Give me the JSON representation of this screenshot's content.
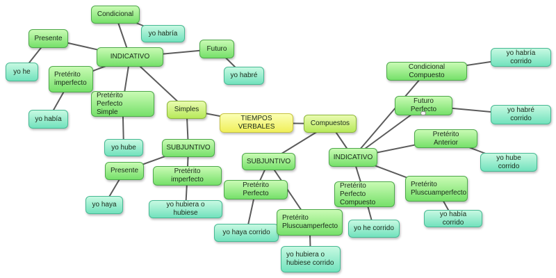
{
  "diagram": {
    "root": "TIEMPOS VERBALES",
    "simples": {
      "label": "Simples",
      "indicativo": {
        "label": "INDICATIVO",
        "condicional": "Condicional",
        "condicional_ej": "yo habría",
        "futuro": "Futuro",
        "futuro_ej": "yo habré",
        "presente": "Presente",
        "presente_ej": "yo he",
        "preterito_imperfecto": "Pretérito\nimperfecto",
        "preterito_imperfecto_ej": "yo había",
        "preterito_perfecto_simple": "Pretérito Perfecto\nSimple",
        "preterito_perfecto_simple_ej": "yo hube"
      },
      "subjuntivo": {
        "label": "SUBJUNTIVO",
        "presente": "Presente",
        "presente_ej": "yo haya",
        "preterito_imperfecto": "Pretérito imperfecto",
        "preterito_imperfecto_ej": "yo hubiera o hubiese"
      }
    },
    "compuestos": {
      "label": "Compuestos",
      "subjuntivo": {
        "label": "SUBJUNTIVO",
        "preterito_perfecto": "Pretérito Perfecto",
        "preterito_perfecto_ej": "yo haya corrido",
        "pluscuamperfecto": "Pretérito\nPluscuamperfecto",
        "pluscuamperfecto_ej": "yo hubiera o\nhubiese corrido"
      },
      "indicativo": {
        "label": "INDICATIVO",
        "condicional_compuesto": "Condicional Compuesto",
        "condicional_compuesto_ej": "yo habría corrido",
        "futuro_perfecto": "Futuro Perfecto",
        "futuro_perfecto_ej": "yo habré corrido",
        "preterito_anterior": "Pretérito Anterior",
        "preterito_anterior_ej": "yo hube corrido",
        "preterito_perfecto_compuesto": "Pretérito Perfecto\nCompuesto",
        "preterito_perfecto_compuesto_ej": "yo he corrido",
        "pluscuamperfecto": "Pretérito\nPluscuamperfecto",
        "pluscuamperfecto_ej": "yo había corrido"
      }
    }
  }
}
